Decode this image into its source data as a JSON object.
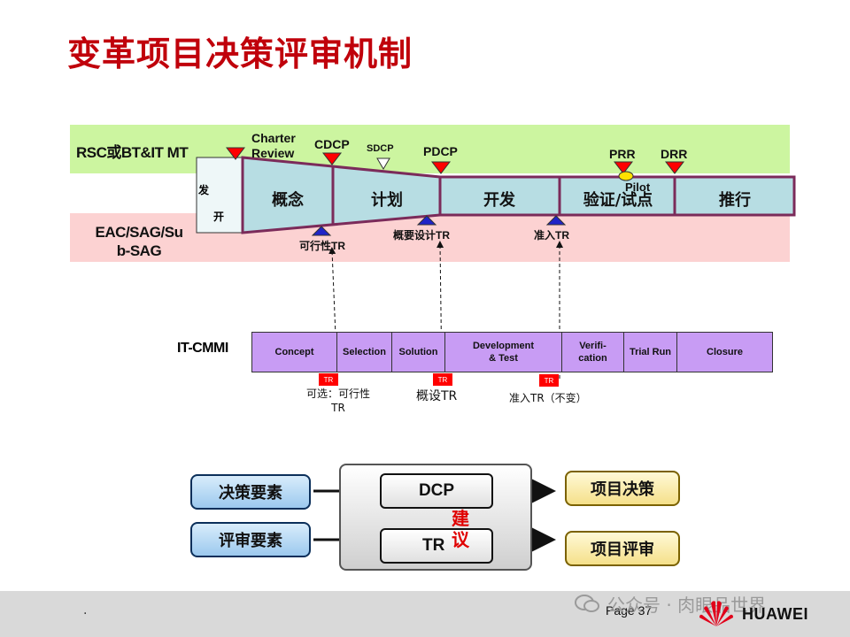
{
  "title": "变革项目决策评审机制",
  "bands": {
    "top_label": "RSC或BT&IT MT",
    "bottom_label_line1": "EAC/SAG/Su",
    "bottom_label_line2": "b-SAG"
  },
  "milestones": {
    "charter_line1": "Charter",
    "charter_line2": "Review",
    "cdcp": "CDCP",
    "sdcp": "SDCP",
    "pdcp": "PDCP",
    "prr": "PRR",
    "pilot": "Pilot",
    "drr": "DRR"
  },
  "phases": {
    "start_line1": "发",
    "start_line2": "开",
    "concept": "概念",
    "plan": "计划",
    "develop": "开发",
    "verify": "验证/试点",
    "rollout": "推行"
  },
  "tr_points": {
    "feasibility": "可行性TR",
    "overview_design": "概要设计TR",
    "admission": "准入TR"
  },
  "cmmi": {
    "label": "IT-CMMI",
    "cells": [
      "Concept",
      "Selection",
      "Solution",
      "Development\n& Test",
      "Verifi-\ncation",
      "Trial Run",
      "Closure"
    ],
    "tr_badge": "TR",
    "notes": {
      "optional_line1": "可选：可行性",
      "optional_line2": "TR",
      "design": "概设TR",
      "admission": "准入TR（不变）"
    }
  },
  "bottom": {
    "decision_factors": "决策要素",
    "review_factors": "评审要素",
    "dcp": "DCP",
    "tr": "TR",
    "suggest_1": "建",
    "suggest_2": "议",
    "project_decision": "项目决策",
    "project_review": "项目评审"
  },
  "footer": {
    "dot": ".",
    "page": "Page 37",
    "watermark": "公众号 · 肉眼品世界",
    "brand": "HUAWEI"
  },
  "colors": {
    "title": "#c0000b",
    "green_band": "#ccf5a0",
    "pink_band": "#fcd2d2",
    "phase_fill": "#b7dde3",
    "phase_border": "#7b2b5a",
    "cmmi_fill": "#c89cf4",
    "red_marker": "#ff0000",
    "blue_marker": "#1f24c8"
  }
}
